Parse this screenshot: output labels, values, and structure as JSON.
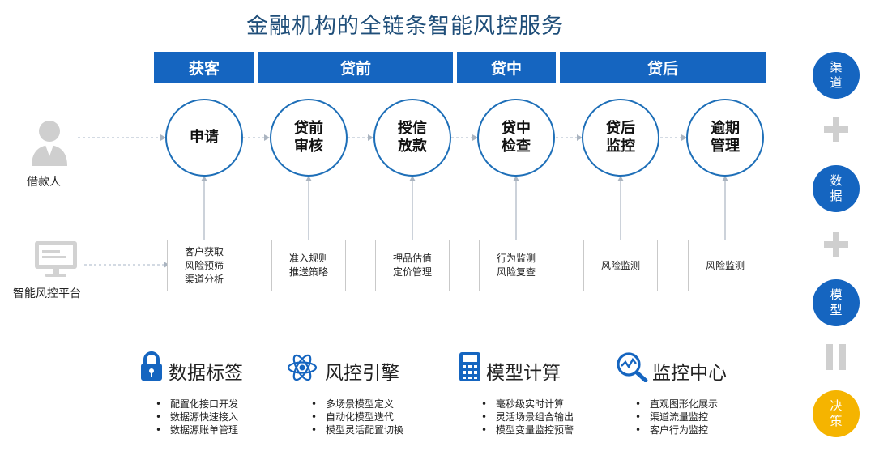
{
  "title": "金融机构的全链条智能风控服务",
  "stages": [
    {
      "label": "获客"
    },
    {
      "label": "贷前"
    },
    {
      "label": "贷中"
    },
    {
      "label": "贷后"
    }
  ],
  "actors": {
    "borrower": "借款人",
    "platform": "智能风控平台"
  },
  "steps": [
    {
      "label": "申请"
    },
    {
      "label": "贷前\n审核"
    },
    {
      "label": "授信\n放款"
    },
    {
      "label": "贷中\n检查"
    },
    {
      "label": "贷后\n监控"
    },
    {
      "label": "逾期\n管理"
    }
  ],
  "platform_boxes": [
    {
      "label": "客户获取\n风险预筛\n渠道分析"
    },
    {
      "label": "准入规则\n推送策略"
    },
    {
      "label": "押品估值\n定价管理"
    },
    {
      "label": "行为监测\n风险复查"
    },
    {
      "label": "风险监测"
    },
    {
      "label": "风险监测"
    }
  ],
  "features": [
    {
      "icon": "lock-icon",
      "title": "数据标签",
      "items": [
        "配置化接口开发",
        "数据源快速接入",
        "数据源账单管理"
      ]
    },
    {
      "icon": "atom-icon",
      "title": "风控引擎",
      "items": [
        "多场景模型定义",
        "自动化模型迭代",
        "模型灵活配置切换"
      ]
    },
    {
      "icon": "calculator-icon",
      "title": "模型计算",
      "items": [
        "毫秒级实时计算",
        "灵活场景组合输出",
        "模型变量监控预警"
      ]
    },
    {
      "icon": "magnifier-chart-icon",
      "title": "监控中心",
      "items": [
        "直观图形化展示",
        "渠道流量监控",
        "客户行为监控"
      ]
    }
  ],
  "sidebar": [
    {
      "label": "渠\n道"
    },
    {
      "label": "数\n据"
    },
    {
      "label": "模\n型"
    },
    {
      "label": "决\n策"
    }
  ],
  "colors": {
    "primary": "#1565c0",
    "title": "#1f4e79",
    "accent_gold": "#f5b400",
    "operator_gray": "#cfcfcf"
  }
}
